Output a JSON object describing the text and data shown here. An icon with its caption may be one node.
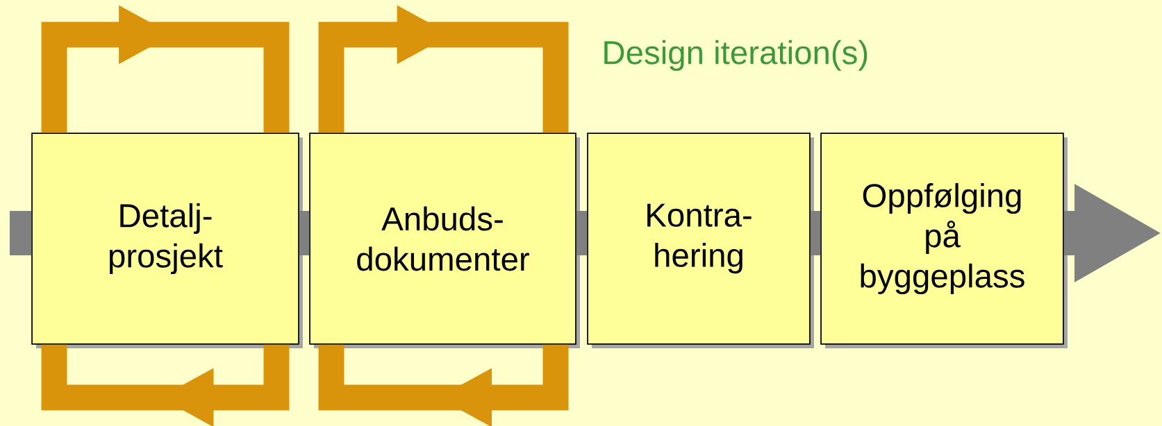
{
  "diagram": {
    "nodes": [
      {
        "text": [
          "Detalj- prosjekt"
        ]
      },
      {
        "text": [
          "Anbuds- dokumenter"
        ]
      },
      {
        "text": [
          "Kontra- hering"
        ]
      },
      {
        "text": [
          "Oppfølging på byggeplass"
        ]
      }
    ],
    "edges": [
      {
        "from": null,
        "to": 0,
        "arrow": "none",
        "color": "#808080"
      },
      {
        "from": 0,
        "to": 1,
        "arrow": "none",
        "color": "#808080"
      },
      {
        "from": 1,
        "to": 2,
        "arrow": "none",
        "color": "#808080"
      },
      {
        "from": 2,
        "to": 3,
        "arrow": "none",
        "color": "#808080"
      },
      {
        "from": 3,
        "to": null,
        "arrow": "to",
        "color": "#808080"
      },
      {
        "from": 0,
        "to": 0,
        "arrow": "to",
        "color": "#d9940c"
      },
      {
        "from": 0,
        "to": 0,
        "arrow": "to",
        "color": "#d9940c"
      },
      {
        "from": 1,
        "to": 1,
        "arrow": "to",
        "color": "#d9940c"
      },
      {
        "from": 1,
        "to": 1,
        "arrow": "to",
        "color": "#d9940c"
      }
    ],
    "labels": [
      "Design iteration(s)"
    ]
  }
}
